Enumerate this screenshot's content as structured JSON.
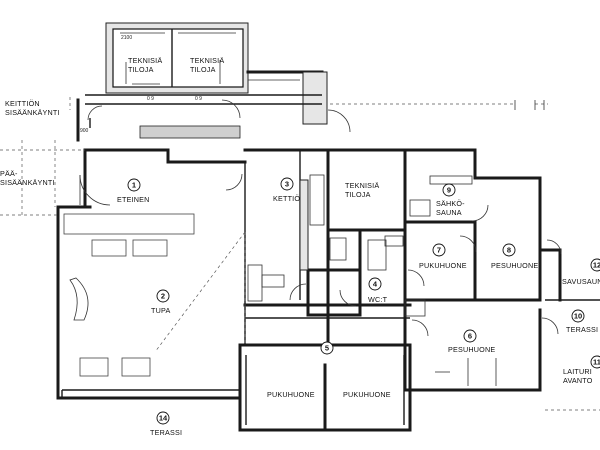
{
  "rooms": [
    {
      "id": "r1",
      "number": "1",
      "name": "ETEINEN"
    },
    {
      "id": "r2",
      "number": "2",
      "name": "TUPA"
    },
    {
      "id": "r3",
      "number": "3",
      "name": "KETTIÖ"
    },
    {
      "id": "r4",
      "number": "4",
      "name": "WC:T"
    },
    {
      "id": "r5",
      "number": "5",
      "name": ""
    },
    {
      "id": "r6",
      "number": "6",
      "name": "PESUHUONE"
    },
    {
      "id": "r7",
      "number": "7",
      "name": "PUKUHUONE"
    },
    {
      "id": "r8",
      "number": "8",
      "name": "PESUHUONE"
    },
    {
      "id": "r9",
      "number": "9",
      "name": "SÄHKÖ-\nSAUNA"
    },
    {
      "id": "r10",
      "number": "10",
      "name": "TERASSI"
    },
    {
      "id": "r11",
      "number": "11",
      "name": "LAITURI\nAVANTO"
    },
    {
      "id": "r12",
      "number": "12",
      "name": "SAVUSAUN"
    },
    {
      "id": "r14",
      "number": "14",
      "name": "TERASSI"
    }
  ],
  "labels": {
    "tekn_1": "TEKNISIÄ\nTILOJA",
    "tekn_2": "TEKNISIÄ\nTILOJA",
    "tekn_3": "TEKNISIÄ\nTILOJA",
    "pukuhuone_a": "PUKUHUONE",
    "pukuhuone_b": "PUKUHUONE",
    "keittion_sisaankaynti": "KEITTIÖN\nSISÄÄNKÄYNTI",
    "paa_sisaankaynti": "PÄÄ-\nSISÄÄNKÄYNTI"
  },
  "dimensions": {
    "d_2100": "2100",
    "d_09a": "0 9",
    "d_09b": "0 9",
    "d_900": "900"
  }
}
